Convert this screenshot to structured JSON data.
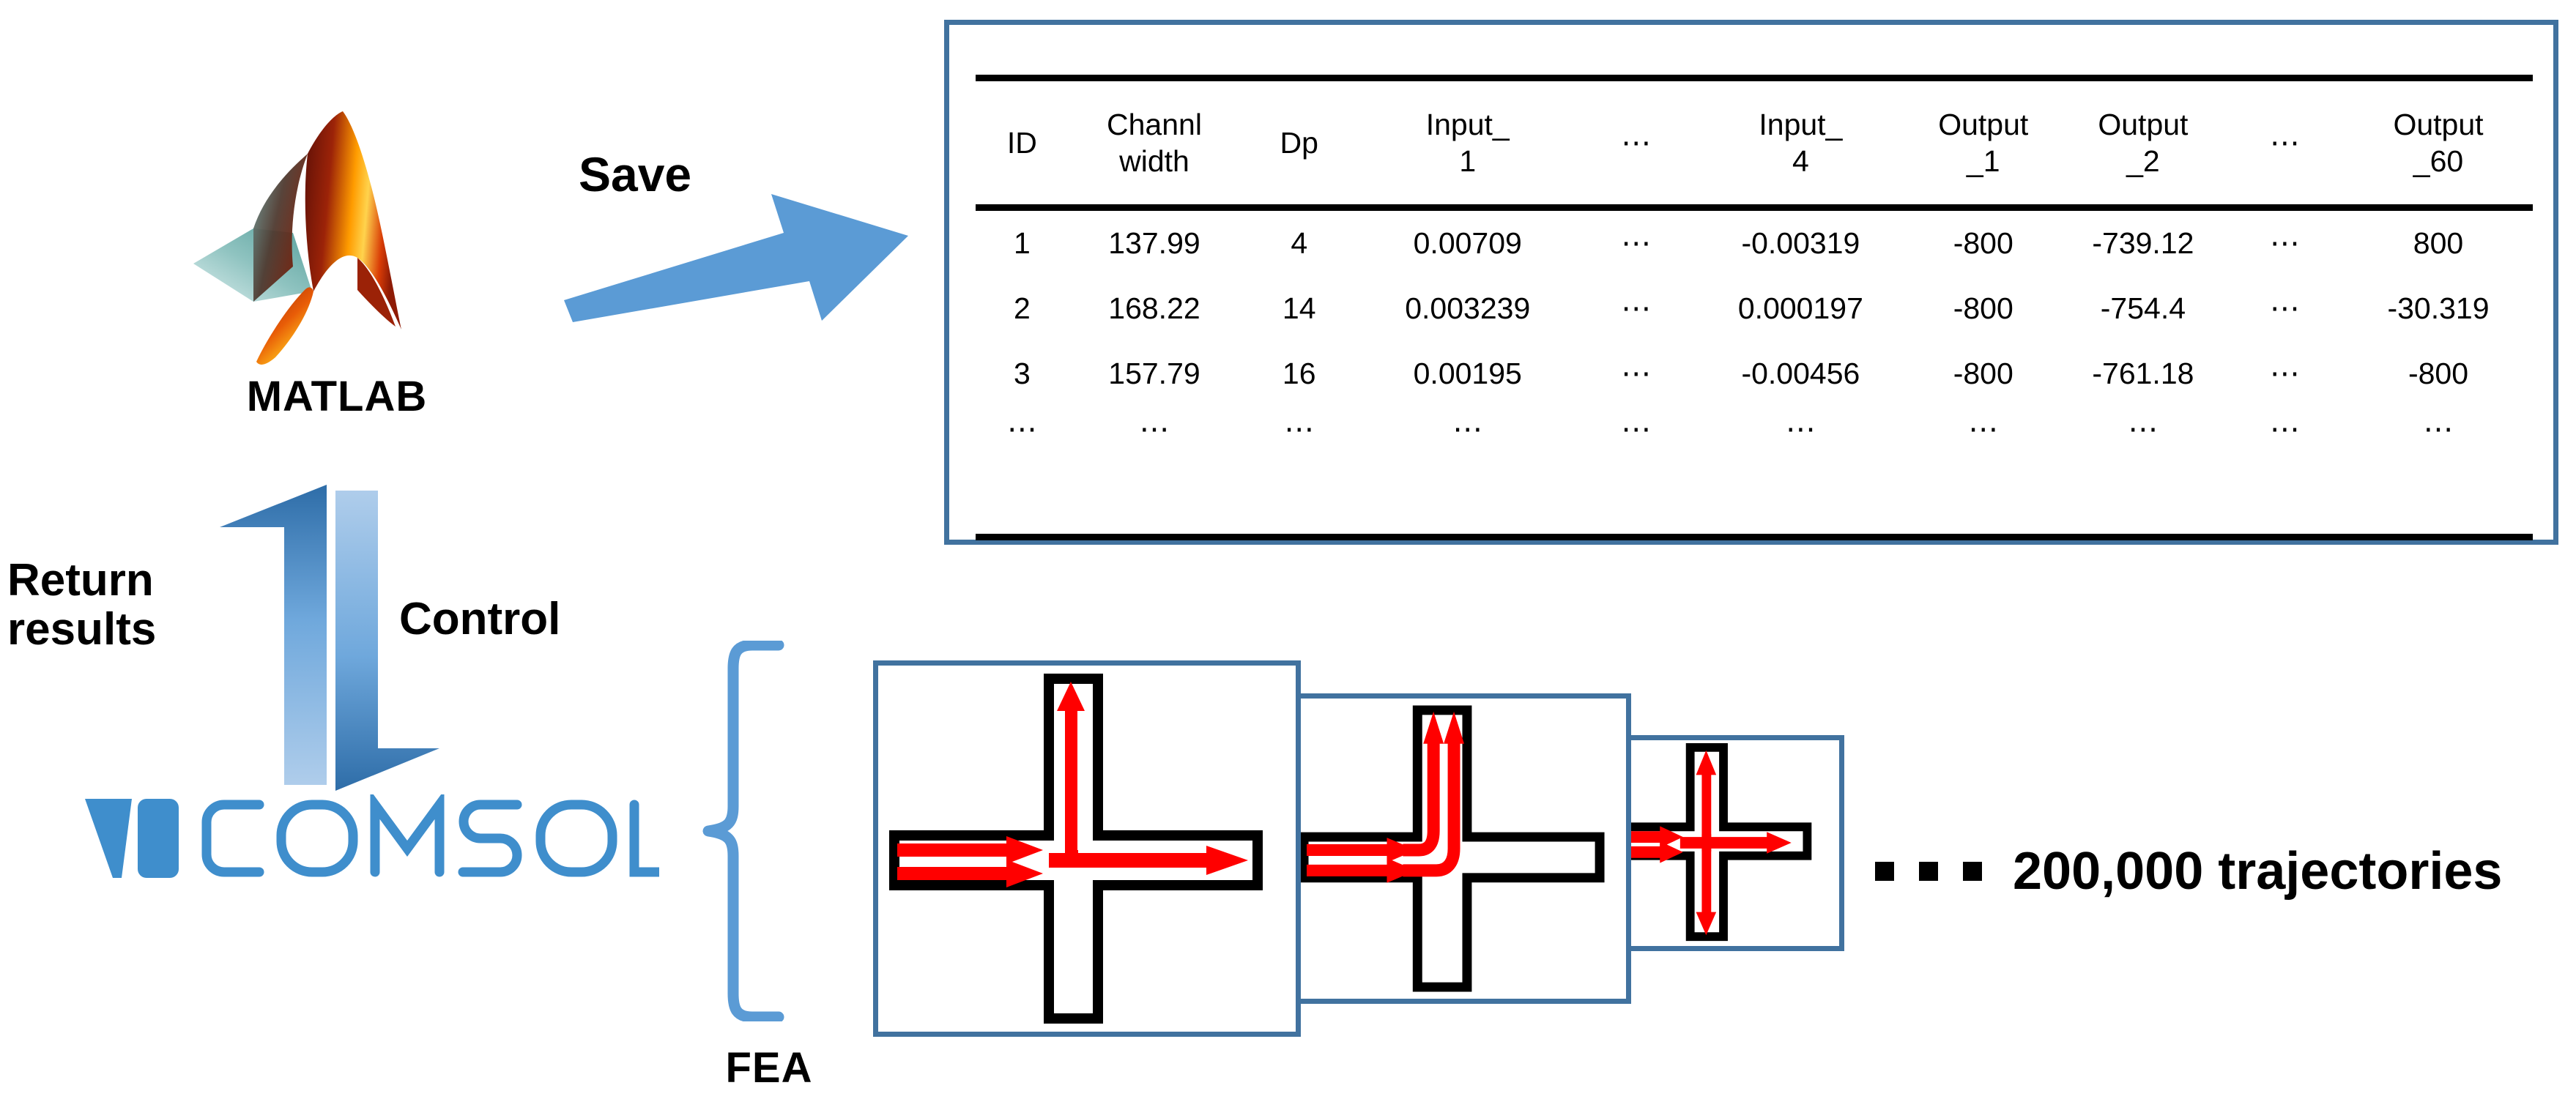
{
  "table": {
    "headers": [
      "ID",
      "Channl\nwidth",
      "Dp",
      "Input_\n1",
      "⋯",
      "Input_\n4",
      "Output\n_1",
      "Output\n_2",
      "⋯",
      "Output\n_60"
    ],
    "rows": [
      [
        "1",
        "137.99",
        "4",
        "0.00709",
        "⋯",
        "-0.00319",
        "-800",
        "-739.12",
        "⋯",
        "800"
      ],
      [
        "2",
        "168.22",
        "14",
        "0.003239",
        "⋯",
        "0.000197",
        "-800",
        "-754.4",
        "⋯",
        "-30.319"
      ],
      [
        "3",
        "157.79",
        "16",
        "0.00195",
        "⋯",
        "-0.00456",
        "-800",
        "-761.18",
        "⋯",
        "-800"
      ],
      [
        "⋯",
        "⋯",
        "⋯",
        "⋯",
        "⋯",
        "⋯",
        "⋯",
        "⋯",
        "⋯",
        "⋯"
      ]
    ]
  },
  "matlab": {
    "label": "MATLAB",
    "icon": "matlab-membrane-logo"
  },
  "comsol": {
    "label": "COMSOL",
    "icon": "comsol-logo"
  },
  "flow": {
    "save_label": "Save",
    "return_label": "Return\nresults",
    "control_label": "Control",
    "fea_label": "FEA"
  },
  "trajectories": {
    "text": "200,000 trajectories",
    "bullet_count": 3
  },
  "colors": {
    "panel_border": "#41729F",
    "arrow_blue": "#5B9BD5",
    "arrow_dark_blue": "#3C78B4",
    "brace_blue": "#5B9BD5",
    "comsol_blue": "#3F8ECC",
    "flow_red": "#FF0000",
    "channel_black": "#000000"
  }
}
